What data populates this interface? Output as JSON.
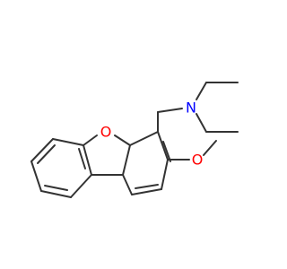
{
  "molecule": {
    "atoms": {
      "ring_oxygen": "O",
      "amine_nitrogen": "N",
      "methoxy_oxygen": "O"
    },
    "colors": {
      "bond": "#333333",
      "oxygen": "#ff0000",
      "nitrogen": "#0000ff",
      "background": "#ffffff"
    }
  }
}
